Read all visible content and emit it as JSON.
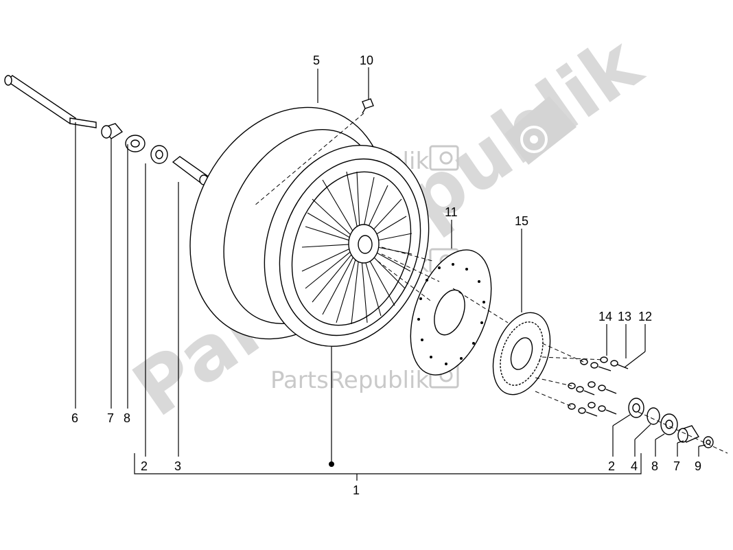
{
  "watermark": {
    "brand": "PartsRepublik",
    "diagonal_brand": "PartsRepublik",
    "icon": "gear-badge-icon"
  },
  "callouts": {
    "c1": "1",
    "c2_left": "2",
    "c2_right": "2",
    "c3": "3",
    "c4": "4",
    "c5": "5",
    "c6": "6",
    "c7_left": "7",
    "c7_right": "7",
    "c8_left": "8",
    "c8_right": "8",
    "c9": "9",
    "c10": "10",
    "c11": "11",
    "c12": "12",
    "c13": "13",
    "c14": "14",
    "c15": "15"
  }
}
